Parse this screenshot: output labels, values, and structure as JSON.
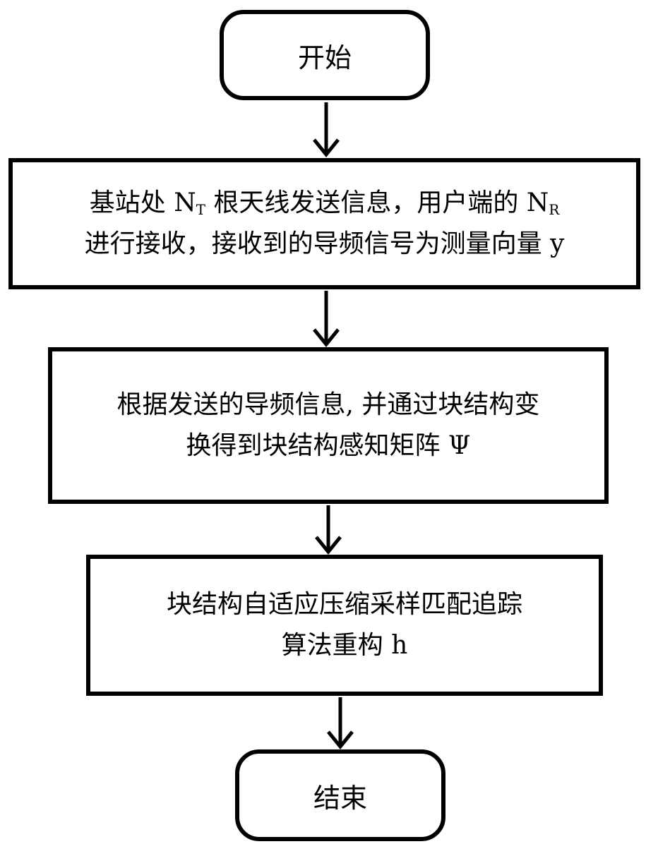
{
  "flowchart": {
    "start": {
      "label": "开始"
    },
    "step1": {
      "line1": {
        "part1": "基站处 N",
        "sub1": "T",
        "part2": " 根天线发送信息，用户端的 N",
        "sub2": "R"
      },
      "line2": "进行接收，接收到的导频信号为测量向量 y"
    },
    "step2": {
      "line1": "根据发送的导频信息, 并通过块结构变",
      "line2": "换得到块结构感知矩阵 Ψ"
    },
    "step3": {
      "line1": "块结构自适应压缩采样匹配追踪",
      "line2": "算法重构 h"
    },
    "end": {
      "label": "结束"
    }
  }
}
